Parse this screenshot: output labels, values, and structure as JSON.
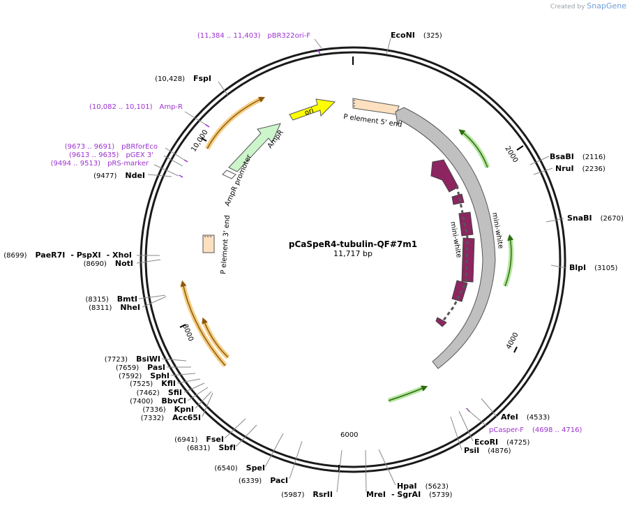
{
  "credit": {
    "prefix": "Created by",
    "brand": "SnapGene"
  },
  "plasmid": {
    "name": "pCaSpeR4-tubulin-QF#7m1",
    "size": "11,717 bp"
  },
  "ticks": [
    "2000",
    "4000",
    "6000",
    "8000",
    "10,000"
  ],
  "features": {
    "ori": "ori",
    "p5": "P element 5' end",
    "p3": "P element 3' end",
    "ampr": "AmpR",
    "amprp": "AmpR promoter",
    "mw_outer": "mini-white",
    "mw_inner": "mini-white"
  },
  "enzymes": [
    {
      "name": "EcoNI",
      "pos": "(325)"
    },
    {
      "name": "BsaBI",
      "pos": "(2116)"
    },
    {
      "name": "NruI",
      "pos": "(2236)"
    },
    {
      "name": "SnaBI",
      "pos": "(2670)"
    },
    {
      "name": "BlpI",
      "pos": "(3105)"
    },
    {
      "name": "AfeI",
      "pos": "(4533)"
    },
    {
      "name": "EcoRI",
      "pos": "(4725)"
    },
    {
      "name": "PsiI",
      "pos": "(4876)"
    },
    {
      "name": "HpaI",
      "pos": "(5623)"
    },
    {
      "name": "MreI",
      "pos": "",
      "name2": "- SgrAI",
      "pos2": "(5739)"
    },
    {
      "name": "RsrII",
      "pos": "(5987)"
    },
    {
      "name": "PacI",
      "pos": "(6339)"
    },
    {
      "name": "SpeI",
      "pos": "(6540)"
    },
    {
      "name": "SbfI",
      "pos": "(6831)"
    },
    {
      "name": "FseI",
      "pos": "(6941)"
    },
    {
      "name": "Acc65I",
      "pos": "(7332)"
    },
    {
      "name": "KpnI",
      "pos": "(7336)"
    },
    {
      "name": "BbvCI",
      "pos": "(7400)"
    },
    {
      "name": "SfiI",
      "pos": "(7462)"
    },
    {
      "name": "KflI",
      "pos": "(7525)"
    },
    {
      "name": "SphI",
      "pos": "(7592)"
    },
    {
      "name": "PasI",
      "pos": "(7659)"
    },
    {
      "name": "BsiWI",
      "pos": "(7723)"
    },
    {
      "name": "NheI",
      "pos": "(8311)"
    },
    {
      "name": "BmtI",
      "pos": "(8315)"
    },
    {
      "name": "NotI",
      "pos": "(8690)"
    },
    {
      "name": "PaeR7I",
      "pos": "(8699)",
      "name2": "- PspXI",
      "name3": "- XhoI"
    },
    {
      "name": "NdeI",
      "pos": "(9477)"
    },
    {
      "name": "FspI",
      "pos": "(10,428)"
    }
  ],
  "primers": [
    {
      "name": "pBR322ori-F",
      "range": "(11,384 .. 11,403)"
    },
    {
      "name": "Amp-R",
      "range": "(10,082 .. 10,101)"
    },
    {
      "name": "pBRforEco",
      "range": "(9673 .. 9691)"
    },
    {
      "name": "pGEX 3'",
      "range": "(9613 .. 9635)"
    },
    {
      "name": "pRS-marker",
      "range": "(9494 .. 9513)"
    },
    {
      "name": "pCasper-F",
      "range": "(4698 .. 4716)"
    }
  ],
  "colors": {
    "backbone": "#1a1a1a",
    "primer": "#9b30d0",
    "ori": "#ffff00",
    "p_element": "#fde0c0",
    "ampr": "#ccf5cc",
    "mini_white_outer": "#c0c0c0",
    "mini_white_inner": "#8c2560",
    "orange_arrow": "#e8a020",
    "green_arrow": "#55b020"
  }
}
